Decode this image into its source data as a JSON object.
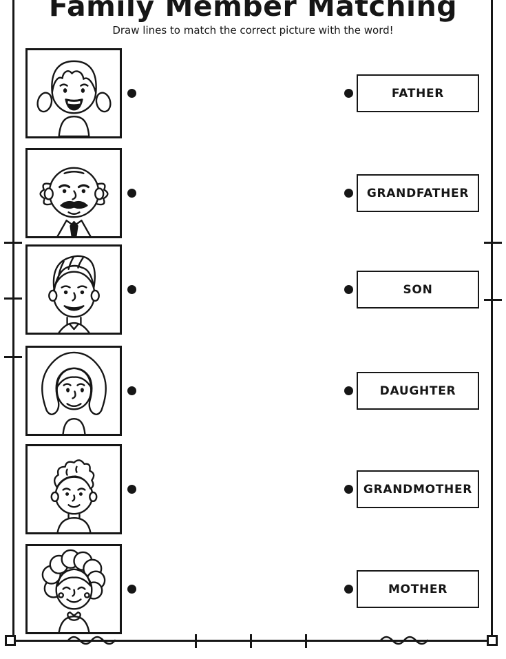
{
  "page": {
    "title": "Family Member Matching",
    "subtitle": "Draw lines to match the correct picture with the word!"
  },
  "colors": {
    "ink": "#161616",
    "paper": "#ffffff"
  },
  "rows": [
    {
      "picture_icon": "girl-pigtails-icon",
      "word": "FATHER"
    },
    {
      "picture_icon": "old-man-mustache-icon",
      "word": "GRANDFATHER"
    },
    {
      "picture_icon": "young-man-quiff-icon",
      "word": "SON"
    },
    {
      "picture_icon": "woman-bob-hair-icon",
      "word": "DAUGHTER"
    },
    {
      "picture_icon": "boy-curly-hair-icon",
      "word": "GRANDMOTHER"
    },
    {
      "picture_icon": "old-woman-curly-hair-icon",
      "word": "MOTHER"
    }
  ]
}
